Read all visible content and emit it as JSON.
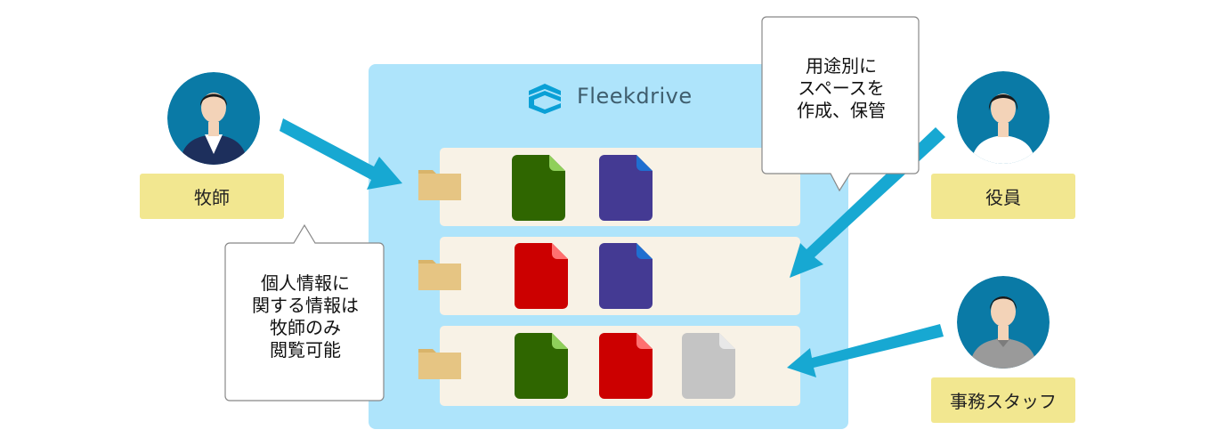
{
  "brand": {
    "name": "Fleekdrive",
    "color": "#0aa0d6"
  },
  "roles": {
    "pastor": "牧師",
    "officer": "役員",
    "staff": "事務スタッフ"
  },
  "callouts": {
    "purpose": [
      "用途別に",
      "スペースを",
      "作成、保管"
    ],
    "privacy": [
      "個人情報に",
      "関する情報は",
      "牧師のみ",
      "閲覧可能"
    ]
  },
  "colors": {
    "panel": "#aee4fb",
    "row": "#f8f2e6",
    "folder": "#e6c583",
    "file_green": "#2f6600",
    "file_purple": "#443a93",
    "file_red": "#cc0000",
    "file_gray": "#c4c4c4",
    "role_box": "#f2e790",
    "arrow": "#17a8d2",
    "avatar_bg": "#0a7aa6"
  }
}
